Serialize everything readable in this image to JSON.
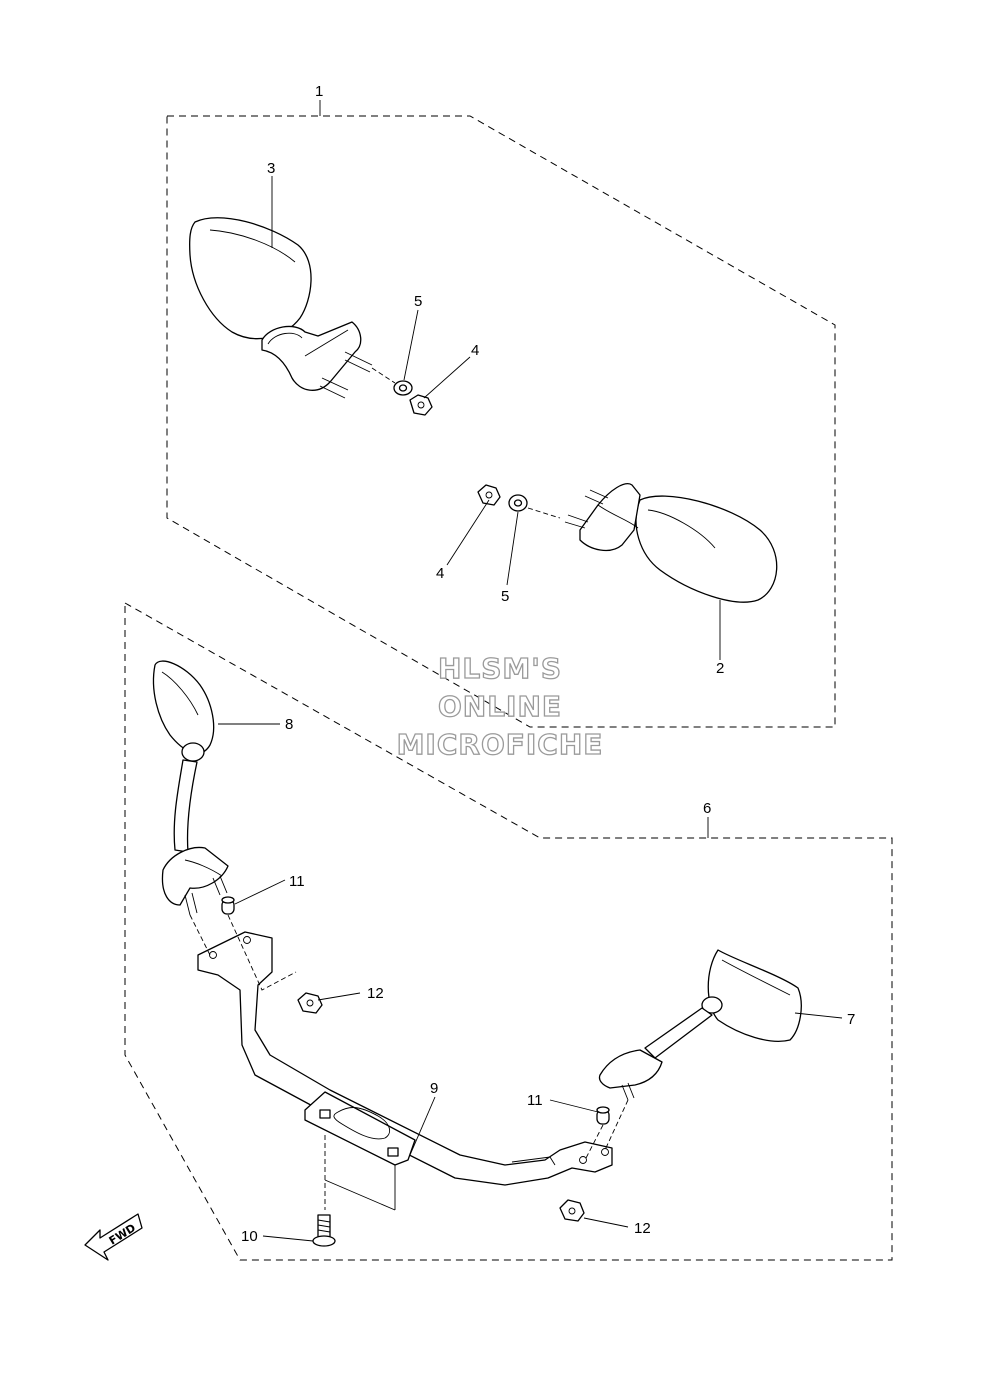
{
  "callouts": {
    "c1": "1",
    "c2": "2",
    "c3": "3",
    "c4a": "4",
    "c4b": "4",
    "c5a": "5",
    "c5b": "5",
    "c6": "6",
    "c7": "7",
    "c8": "8",
    "c9": "9",
    "c10": "10",
    "c11a": "11",
    "c11b": "11",
    "c12a": "12",
    "c12b": "12"
  },
  "watermark": {
    "line1": "HLSM'S",
    "line2": "ONLINE",
    "line3": "MICROFICHE"
  },
  "direction_label": "FWD",
  "colors": {
    "line": "#000000",
    "background": "#ffffff",
    "watermark_outline": "#9a9a9a"
  }
}
